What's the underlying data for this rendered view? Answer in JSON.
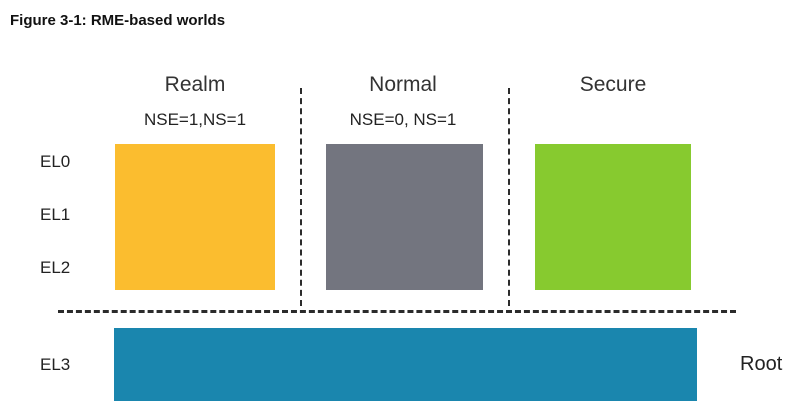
{
  "figure": {
    "caption": "Figure 3-1: RME-based worlds"
  },
  "worlds": [
    {
      "key": "realm",
      "title": "Realm",
      "subtitle": "NSE=1,NS=1",
      "color": "#FBBD2F"
    },
    {
      "key": "normal",
      "title": "Normal",
      "subtitle": "NSE=0, NS=1",
      "color": "#73757F"
    },
    {
      "key": "secure",
      "title": "Secure",
      "subtitle": "",
      "color": "#87CA2F"
    }
  ],
  "exception_levels": {
    "el0": "EL0",
    "el1": "EL1",
    "el2": "EL2",
    "el3": "EL3"
  },
  "root": {
    "label": "Root",
    "color": "#1A86AE"
  }
}
